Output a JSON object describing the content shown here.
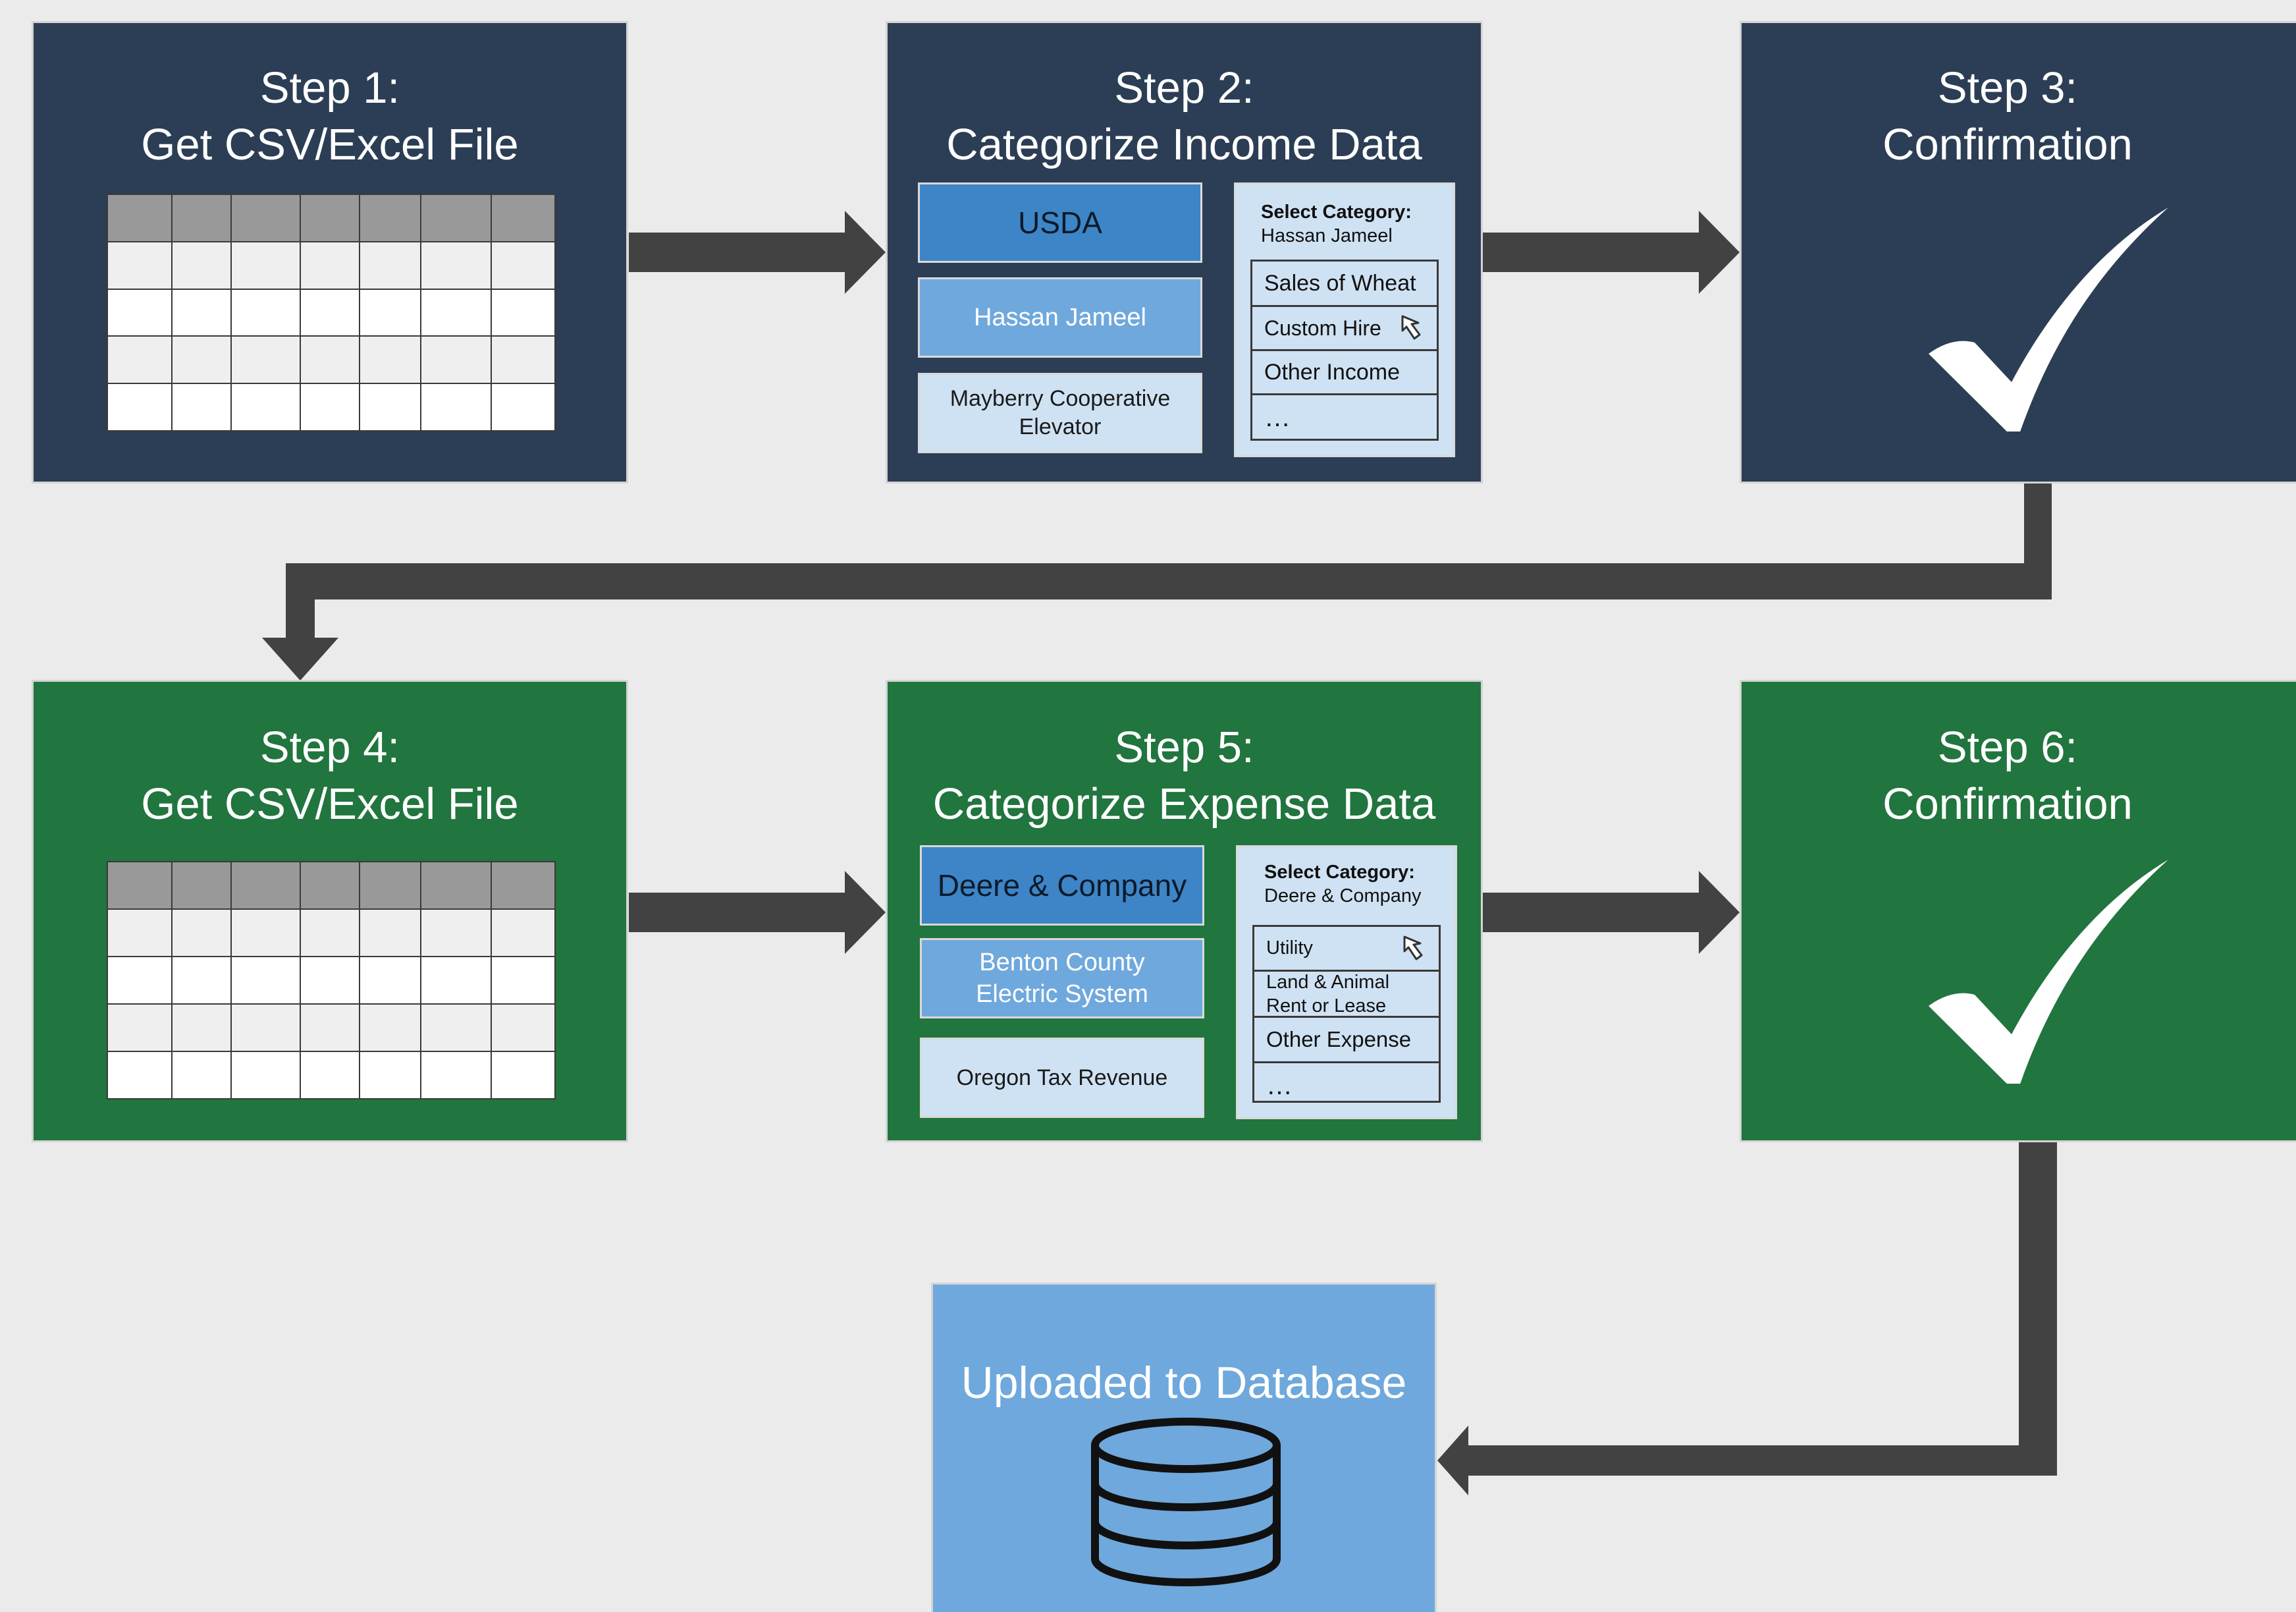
{
  "colors": {
    "background": "#ebebeb",
    "income_box": "#2c3e55",
    "expense_box": "#21753e",
    "database_box": "#6fa8dc",
    "arrow": "#424242",
    "payee_dark": "#3d85c6",
    "payee_mid": "#6fa8dc",
    "payee_light": "#cfe2f3"
  },
  "steps": {
    "step1": {
      "title": "Step 1:\nGet CSV/Excel File",
      "icon": "spreadsheet-icon"
    },
    "step2": {
      "title": "Step 2:\nCategorize Income Data",
      "payees": [
        "USDA",
        "Hassan Jameel",
        "Mayberry Cooperative\nElevator"
      ],
      "panel": {
        "heading": "Select Category:",
        "subject": "Hassan Jameel",
        "options": [
          "Sales of Wheat",
          "Custom Hire",
          "Other Income",
          "…"
        ],
        "cursor_icon": "mouse-pointer-icon"
      }
    },
    "step3": {
      "title": "Step 3:\nConfirmation",
      "icon": "checkmark-icon"
    },
    "step4": {
      "title": "Step 4:\nGet CSV/Excel File",
      "icon": "spreadsheet-icon"
    },
    "step5": {
      "title": "Step 5:\nCategorize Expense Data",
      "payees": [
        "Deere & Company",
        "Benton County\nElectric System",
        "Oregon Tax Revenue"
      ],
      "panel": {
        "heading": "Select Category:",
        "subject": "Deere & Company",
        "options": [
          "Utility",
          "Land & Animal\nRent or Lease",
          "Other Expense",
          "…"
        ],
        "cursor_icon": "mouse-pointer-icon"
      }
    },
    "step6": {
      "title": "Step 6:\nConfirmation",
      "icon": "checkmark-icon"
    }
  },
  "database": {
    "title": "Uploaded to Database",
    "icon": "database-icon"
  }
}
